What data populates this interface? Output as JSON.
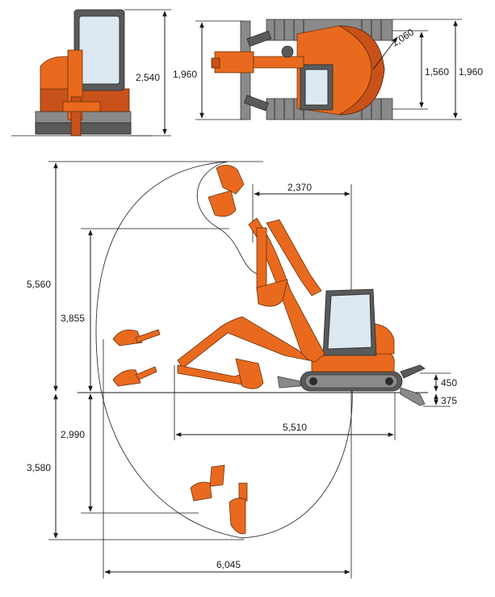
{
  "front_view": {
    "height_label": "2,540",
    "width_label": "1,960"
  },
  "top_view": {
    "tail_radius_label": "1,060",
    "track_gauge_label": "1,560",
    "overall_width_label": "1,960"
  },
  "side_view": {
    "front_swing_radius_label": "2,370",
    "max_digging_height_label": "5,560",
    "max_dump_height_label": "3,855",
    "max_vertical_wall_depth_label": "2,990",
    "max_digging_depth_label": "3,580",
    "min_swing_radius_label": "5,510",
    "max_reach_label": "6,045",
    "blade_lift_label": "450",
    "blade_drop_label": "375"
  },
  "colors": {
    "machine_orange": "#e96a1e",
    "track_grey": "#8a8a8a",
    "line_black": "#1a1a1a"
  }
}
